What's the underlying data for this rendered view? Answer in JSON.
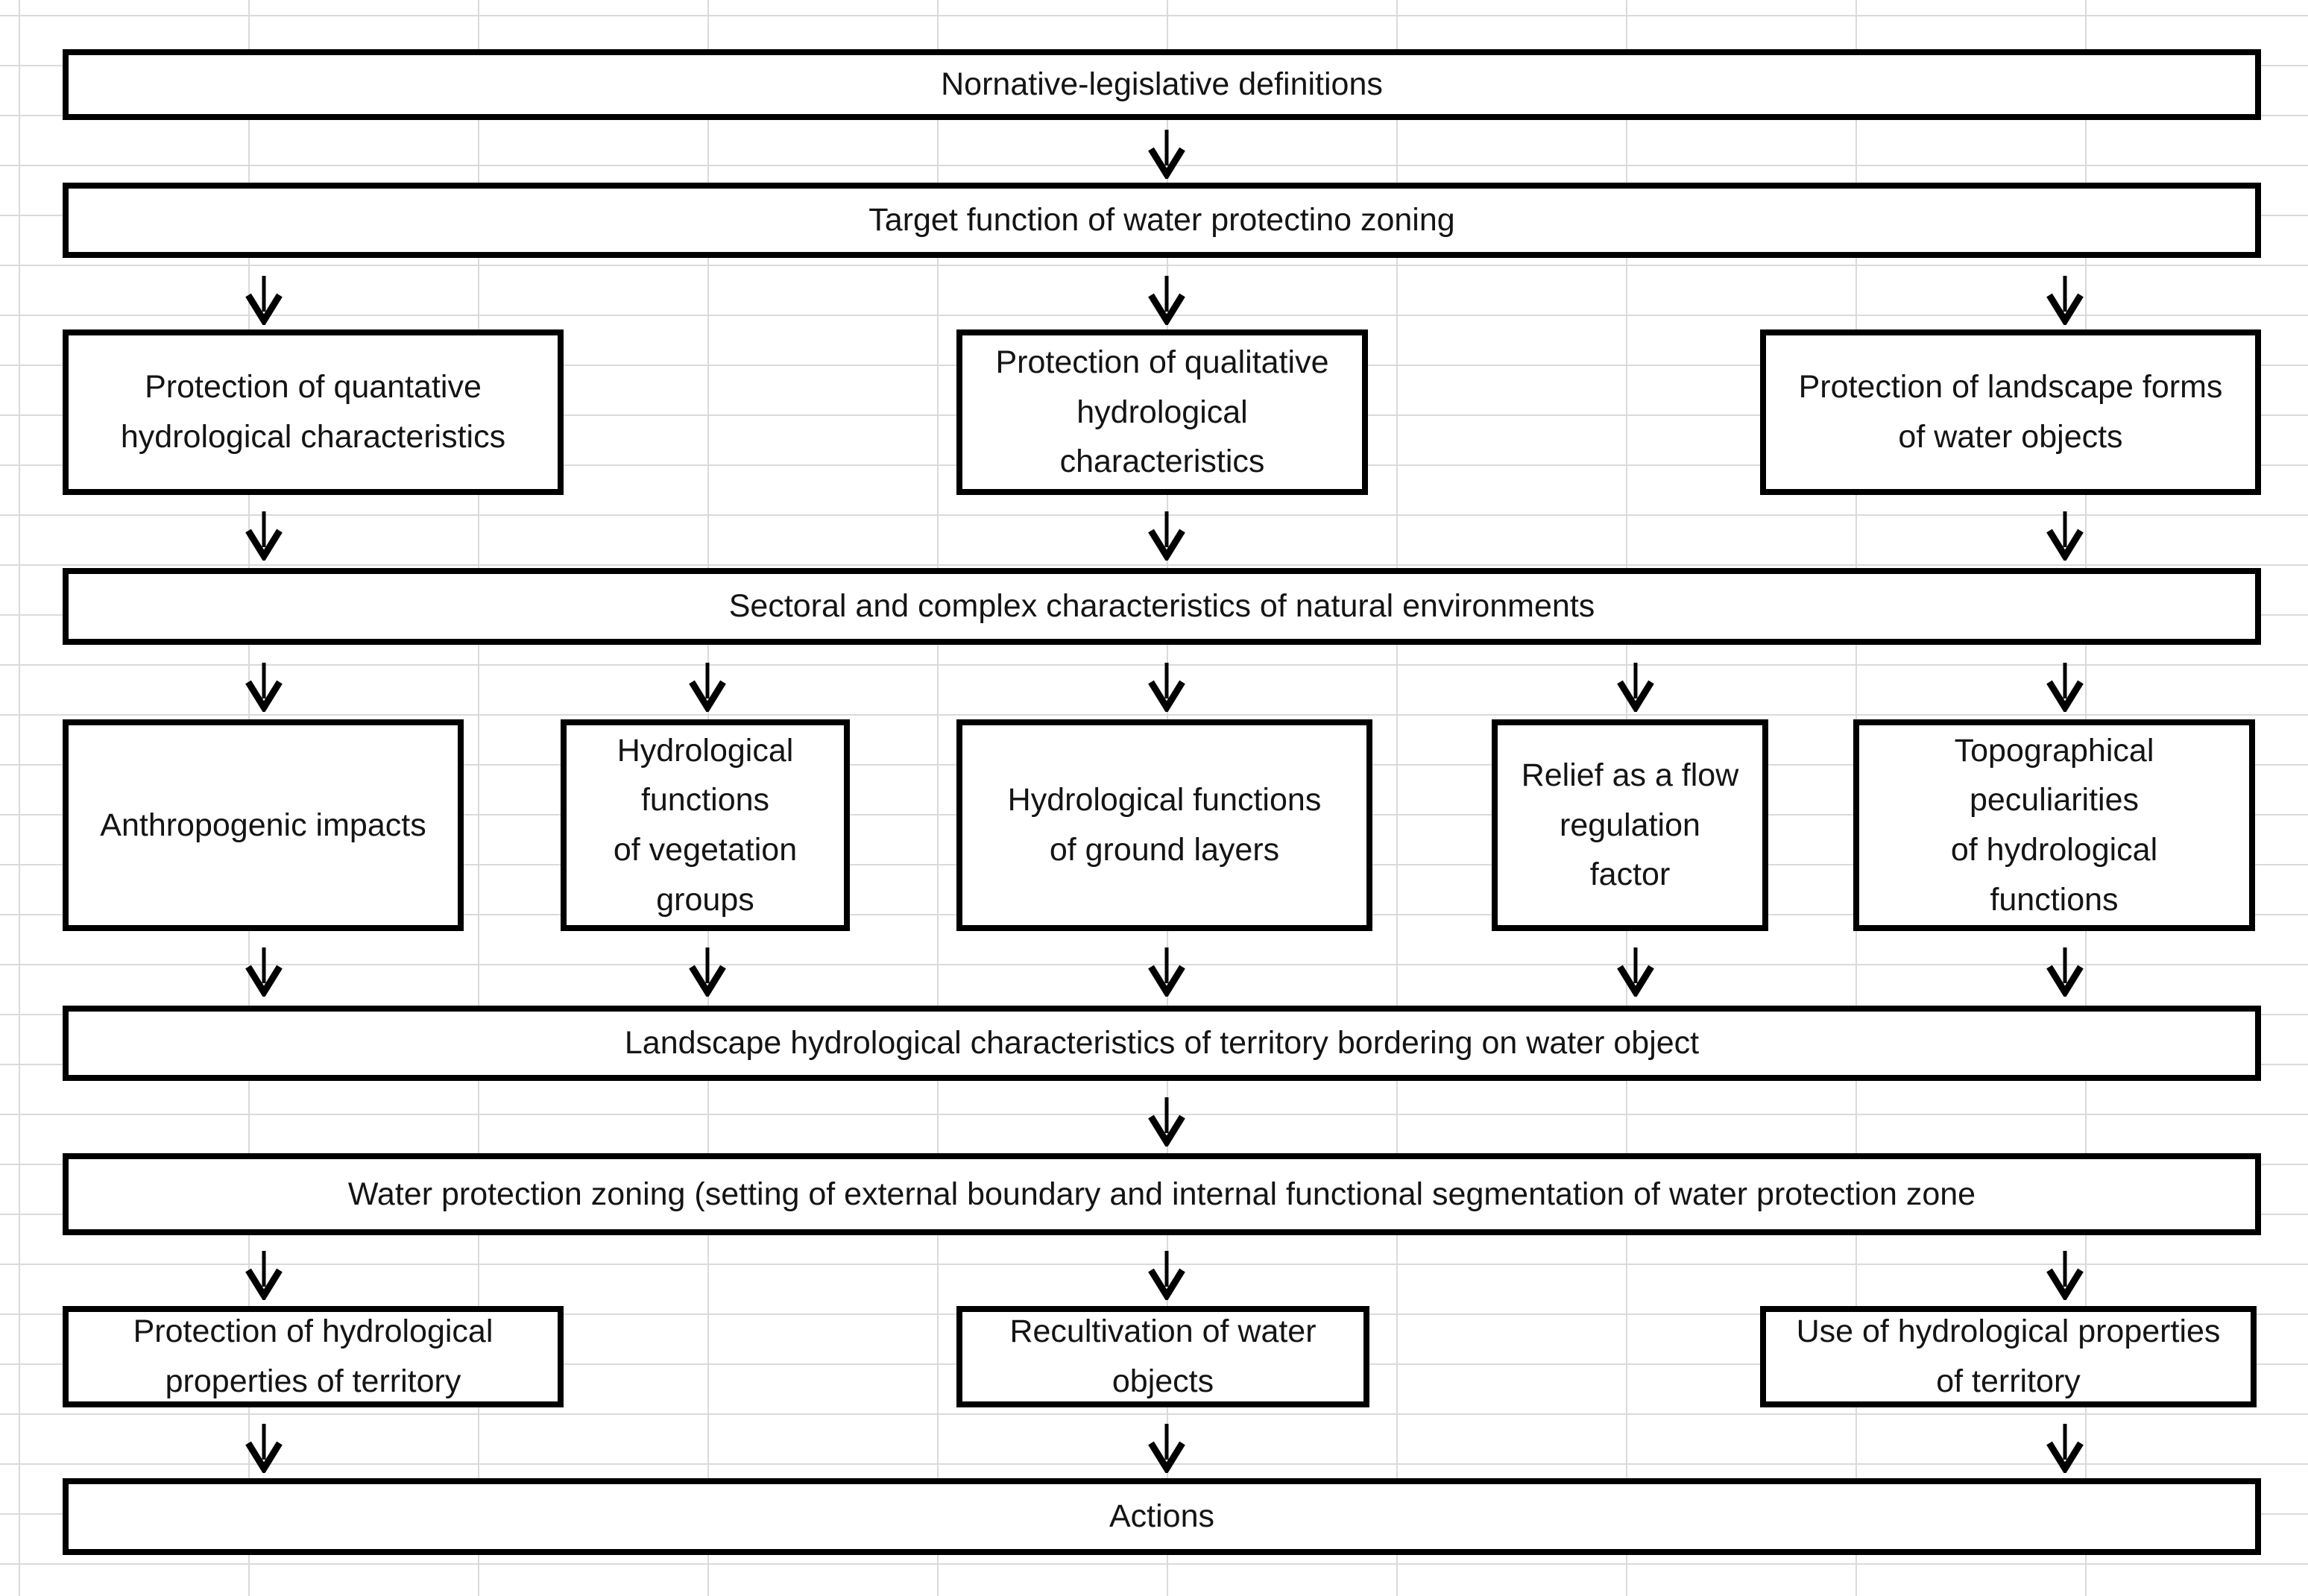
{
  "diagram": {
    "description_nodes": [
      {
        "id": "nornative-legislative-definitions",
        "label": "Nornative-legislative definitions"
      },
      {
        "id": "target-function",
        "label": "Target function of water protectino zoning"
      },
      {
        "id": "protection-quantative",
        "label": "Protection of quantative\nhydrological characteristics"
      },
      {
        "id": "protection-qualitative",
        "label": "Protection of qualitative\nhydrological\ncharacteristics"
      },
      {
        "id": "protection-landscape-forms",
        "label": "Protection of landscape forms\nof water objects"
      },
      {
        "id": "sectoral-complex",
        "label": "Sectoral and complex characteristics of natural environments"
      },
      {
        "id": "anthropogenic-impacts",
        "label": "Anthropogenic impacts"
      },
      {
        "id": "hydrological-functions-vegetation",
        "label": "Hydrological\nfunctions\nof vegetation\ngroups"
      },
      {
        "id": "hydrological-functions-ground",
        "label": "Hydrological functions\nof ground layers"
      },
      {
        "id": "relief-flow-regulation",
        "label": "Relief as a flow\nregulation\nfactor"
      },
      {
        "id": "topographical-peculiarities",
        "label": "Topographical\npeculiarities\nof hydrological\nfunctions"
      },
      {
        "id": "landscape-hydrological-characteristics",
        "label": "Landscape hydrological characteristics of territory bordering on water object"
      },
      {
        "id": "water-protection-zoning",
        "label": "Water protection zoning (setting of external boundary and internal functional segmentation of water protection zone"
      },
      {
        "id": "protection-hydrological-properties",
        "label": "Protection of hydrological\nproperties of territory"
      },
      {
        "id": "recultivation-water-objects",
        "label": "Recultivation of water\nobjects"
      },
      {
        "id": "use-hydrological-properties",
        "label": "Use of hydrological properties\nof territory"
      },
      {
        "id": "actions",
        "label": "Actions"
      }
    ],
    "connector_icon": "down-arrow",
    "colors": {
      "box_border": "#000000",
      "box_fill": "#ffffff",
      "text": "#141414",
      "grid_line": "#dadada",
      "background": "#ffffff"
    }
  }
}
